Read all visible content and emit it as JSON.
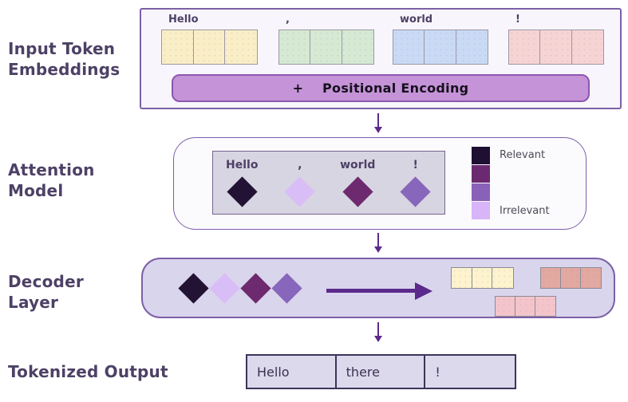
{
  "headings": {
    "section1": "Input Token Embeddings",
    "section2": "Attention Model",
    "section3": "Decoder Layer",
    "section4": "Tokenized Output"
  },
  "input_embeddings": {
    "tokens": [
      {
        "text": "Hello",
        "color": "#faeec6"
      },
      {
        "text": ",",
        "color": "#d6e9d3"
      },
      {
        "text": "world",
        "color": "#c9daf5"
      },
      {
        "text": "!",
        "color": "#f6d4d3"
      }
    ],
    "cells_per_token": 3,
    "positional_encoding": {
      "operator": "+",
      "label": "Positional Encoding",
      "fill": "#c593d7"
    }
  },
  "attention": {
    "tokens": [
      {
        "text": "Hello",
        "diamond_color": "#221233"
      },
      {
        "text": ",",
        "diamond_color": "#d9bdf6"
      },
      {
        "text": "world",
        "diamond_color": "#6e2a6e"
      },
      {
        "text": "!",
        "diamond_color": "#8766bb"
      }
    ],
    "legend": {
      "swatches": [
        "#1f0f33",
        "#6b2a70",
        "#8961b8",
        "#d7b5f8"
      ],
      "top_label": "Relevant",
      "bottom_label": "Irrelevant"
    }
  },
  "decoder": {
    "diamonds": [
      "#221233",
      "#d9bdf6",
      "#6e2a6e",
      "#8766bb"
    ],
    "output_boxes": [
      {
        "color": "#fdf3cd"
      },
      {
        "color": "#e2a9a1"
      },
      {
        "color": "#f3c5cb"
      }
    ]
  },
  "tokenized_output": {
    "cells": [
      "Hello",
      "there",
      "!"
    ]
  },
  "theme": {
    "arrow_color": "#5b2a8c",
    "panel_border": "#7d5fa8",
    "heading_color": "#4d4166"
  }
}
